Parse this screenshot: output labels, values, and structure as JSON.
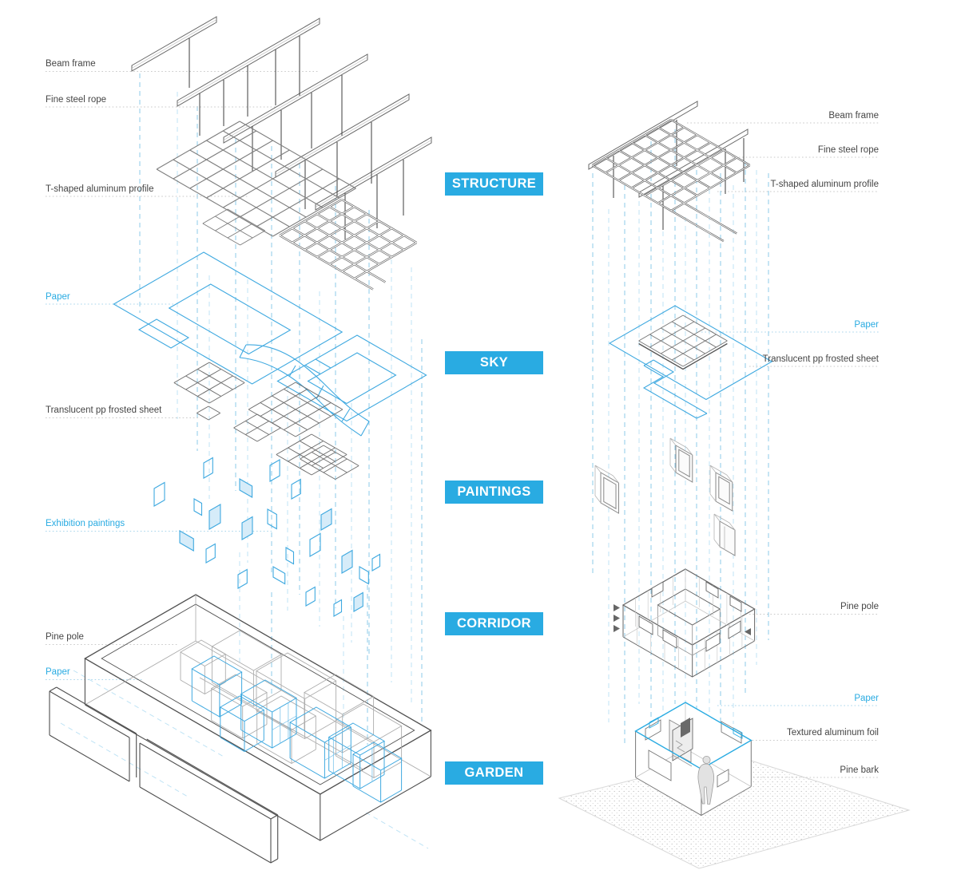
{
  "sections": [
    {
      "label": "STRUCTURE"
    },
    {
      "label": "SKY"
    },
    {
      "label": "PAINTINGS"
    },
    {
      "label": "CORRIDOR"
    },
    {
      "label": "GARDEN"
    }
  ],
  "left_labels": [
    {
      "text": "Beam frame"
    },
    {
      "text": "Fine steel rope"
    },
    {
      "text": "T-shaped aluminum profile"
    },
    {
      "text": "Paper"
    },
    {
      "text": "Translucent pp frosted sheet"
    },
    {
      "text": "Exhibition paintings"
    },
    {
      "text": "Pine pole"
    },
    {
      "text": "Paper"
    }
  ],
  "right_labels": [
    {
      "text": "Beam frame"
    },
    {
      "text": "Fine steel rope"
    },
    {
      "text": "T-shaped aluminum profile"
    },
    {
      "text": "Paper"
    },
    {
      "text": "Translucent pp frosted sheet"
    },
    {
      "text": "Pine pole"
    },
    {
      "text": "Paper"
    },
    {
      "text": "Textured aluminum foil"
    },
    {
      "text": "Pine bark"
    }
  ],
  "colors": {
    "accent_blue": "#29ABE2",
    "label_text": "#454545",
    "line_dark": "#4F4F4F",
    "line_gray": "#8A8A8A",
    "dash_blue": "#9FD4EF",
    "painting_fill": "#D6ECF9",
    "leader_dots": "#C9C9C9"
  }
}
